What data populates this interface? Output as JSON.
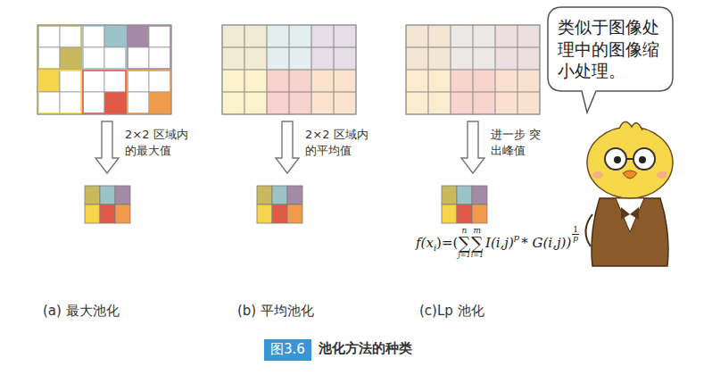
{
  "diagram": {
    "caption": "池化方法的种类",
    "nodes": [
      {
        "text": [
          "类似于图像处理中的图像缩小处理。"
        ]
      },
      {
        "text": [
          "图3.6"
        ]
      }
    ],
    "labels": [
      "2×2 区域内 的最大值",
      "2×2 区域内 的平均值",
      "进一步 突出峰值",
      "f(x",
      "i",
      ")=(",
      "n",
      "∑",
      "j=1",
      "m",
      "∑",
      "i=1",
      "I(i,j)",
      "p",
      "* G(i,j))",
      "1",
      "p",
      "(a) 最大池化",
      "(b) 平均池化",
      "(c)Lp 池化"
    ]
  }
}
